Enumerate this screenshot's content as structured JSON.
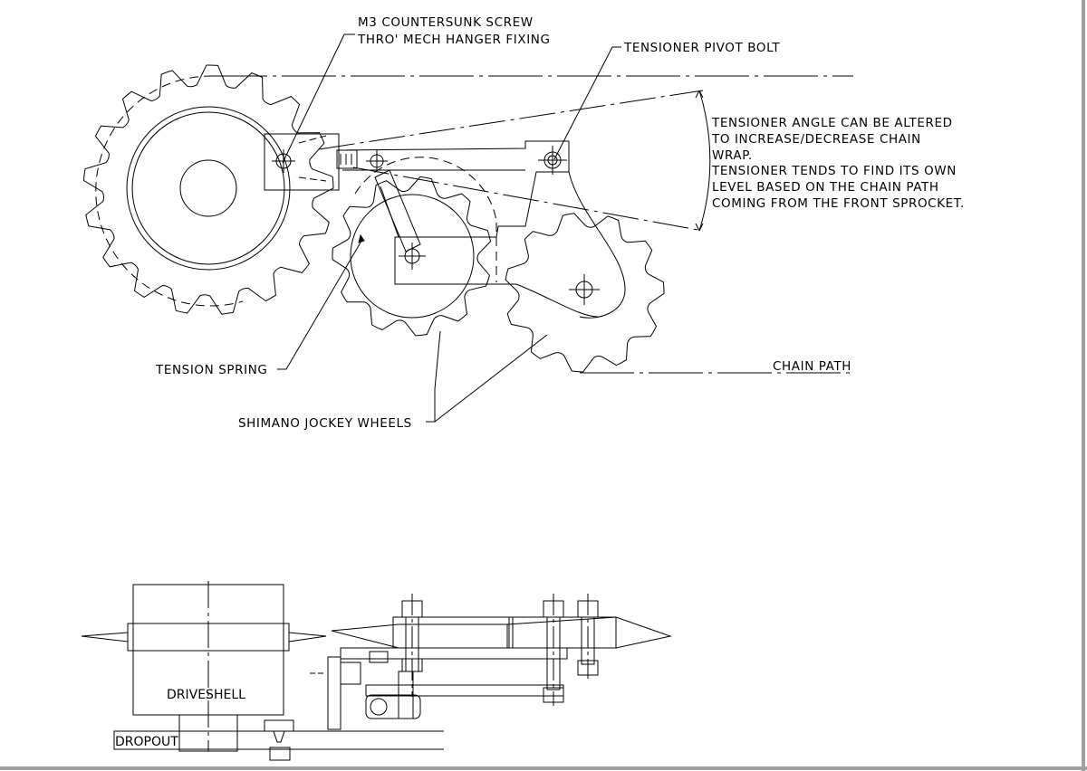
{
  "labels": {
    "screw_line1": "M3 COUNTERSUNK SCREW",
    "screw_line2": "THRO' MECH HANGER FIXING",
    "pivot_bolt": "TENSIONER PIVOT BOLT",
    "note_line1": "TENSIONER ANGLE CAN BE ALTERED",
    "note_line2": "TO INCREASE/DECREASE CHAIN",
    "note_line3": "WRAP.",
    "note_line4": "TENSIONER TENDS TO FIND ITS OWN",
    "note_line5": "LEVEL BASED ON THE CHAIN PATH",
    "note_line6": "COMING FROM THE FRONT SPROCKET.",
    "tension_spring": "TENSION SPRING",
    "chain_path": "CHAIN PATH",
    "jockey_wheels": "SHIMANO JOCKEY WHEELS",
    "driveshell": "DRIVESHELL",
    "dropout": "DROPOUT"
  },
  "colors": {
    "line": "#000000",
    "background": "#ffffff",
    "frame_shadow": "#a0a0a0"
  }
}
